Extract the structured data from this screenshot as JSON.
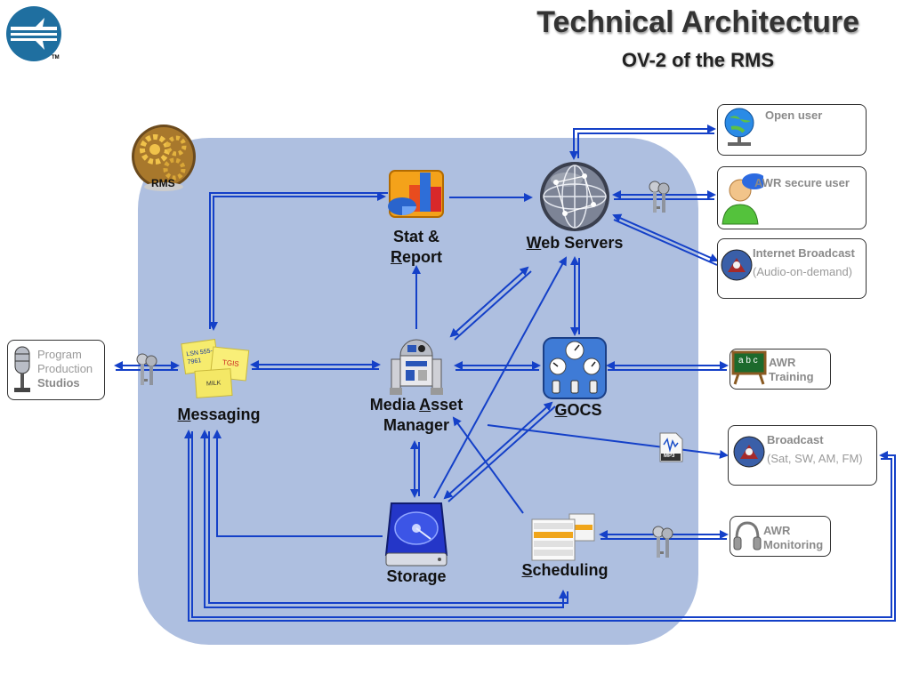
{
  "header": {
    "title": "Technical Architecture",
    "subtitle": "OV-2 of the RMS"
  },
  "logo": {
    "icon": "awr-wing-logo-icon",
    "tm": "TM",
    "color": "#1f6fa0"
  },
  "rms_badge": {
    "label": "RMS",
    "icon": "gears-icon"
  },
  "nodes": {
    "stat_report": {
      "line1": "Stat &",
      "line2_first": "R",
      "line2_rest": "eport",
      "icon": "chart-icon"
    },
    "web_servers": {
      "first": "W",
      "rest": "eb Servers",
      "icon": "globe-network-icon"
    },
    "media_asset": {
      "line1_a": "Media ",
      "line1_u": "A",
      "line1_b": "sset",
      "line2": "Manager",
      "icon": "robot-icon"
    },
    "gocs": {
      "first": "G",
      "rest": "OCS",
      "icon": "control-panel-icon"
    },
    "messaging": {
      "first": "M",
      "rest": "essaging",
      "icon": "sticky-notes-icon",
      "note1": "LSN 555-7961",
      "note2": "TGIS",
      "note3": "MILK"
    },
    "storage": {
      "label": "Storage",
      "icon": "hard-drive-icon"
    },
    "scheduling": {
      "first": "S",
      "rest": "cheduling",
      "icon": "schedule-icon"
    }
  },
  "external": {
    "open_user": {
      "label": "Open user",
      "icon": "globe-user-icon"
    },
    "secure_user": {
      "label": "AWR secure user",
      "icon": "user-icon"
    },
    "internet_broadcast": {
      "line1": "Internet Broadcast",
      "line2": "(Audio-on-demand)",
      "icon": "broadcast-icon"
    },
    "studios": {
      "line1": "Program",
      "line2": "Production",
      "line3": "Studios",
      "icon": "microphone-icon"
    },
    "awr_training": {
      "line1": "AWR",
      "line2": "Training",
      "icon": "chalkboard-icon",
      "board": "a b c"
    },
    "broadcast": {
      "line1": "Broadcast",
      "line2": "(Sat, SW, AM, FM)",
      "icon": "broadcast-icon"
    },
    "awr_monitoring": {
      "line1": "AWR",
      "line2": "Monitoring",
      "icon": "headphones-icon"
    }
  },
  "mp3": {
    "label": "MP3",
    "icon": "mp3-file-icon"
  },
  "keys_icon": "keys-icon",
  "colors": {
    "arrow": "#1440c8",
    "panel": "#aebfe0",
    "logo": "#1f6fa0"
  }
}
